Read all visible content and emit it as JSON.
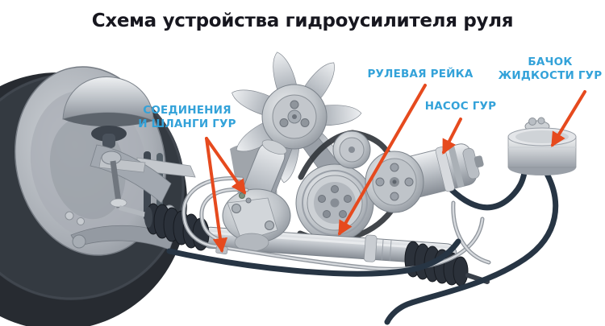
{
  "title": "Схема устройства гидроусилителя руля",
  "labels": {
    "connections_line1": "СОЕДИНЕНИЯ",
    "connections_line2": "И ШЛАНГИ ГУР",
    "steering_rack": "РУЛЕВАЯ РЕЙКА",
    "pump": "НАСОС ГУР",
    "reservoir_line1": "БАЧОК",
    "reservoir_line2": "ЖИДКОСТИ ГУР"
  },
  "colors": {
    "label_blue": "#33a2d9",
    "arrow_red": "#e64a1e",
    "title_color": "#17171f",
    "background": "#ffffff",
    "hose_navy": "#273544"
  }
}
